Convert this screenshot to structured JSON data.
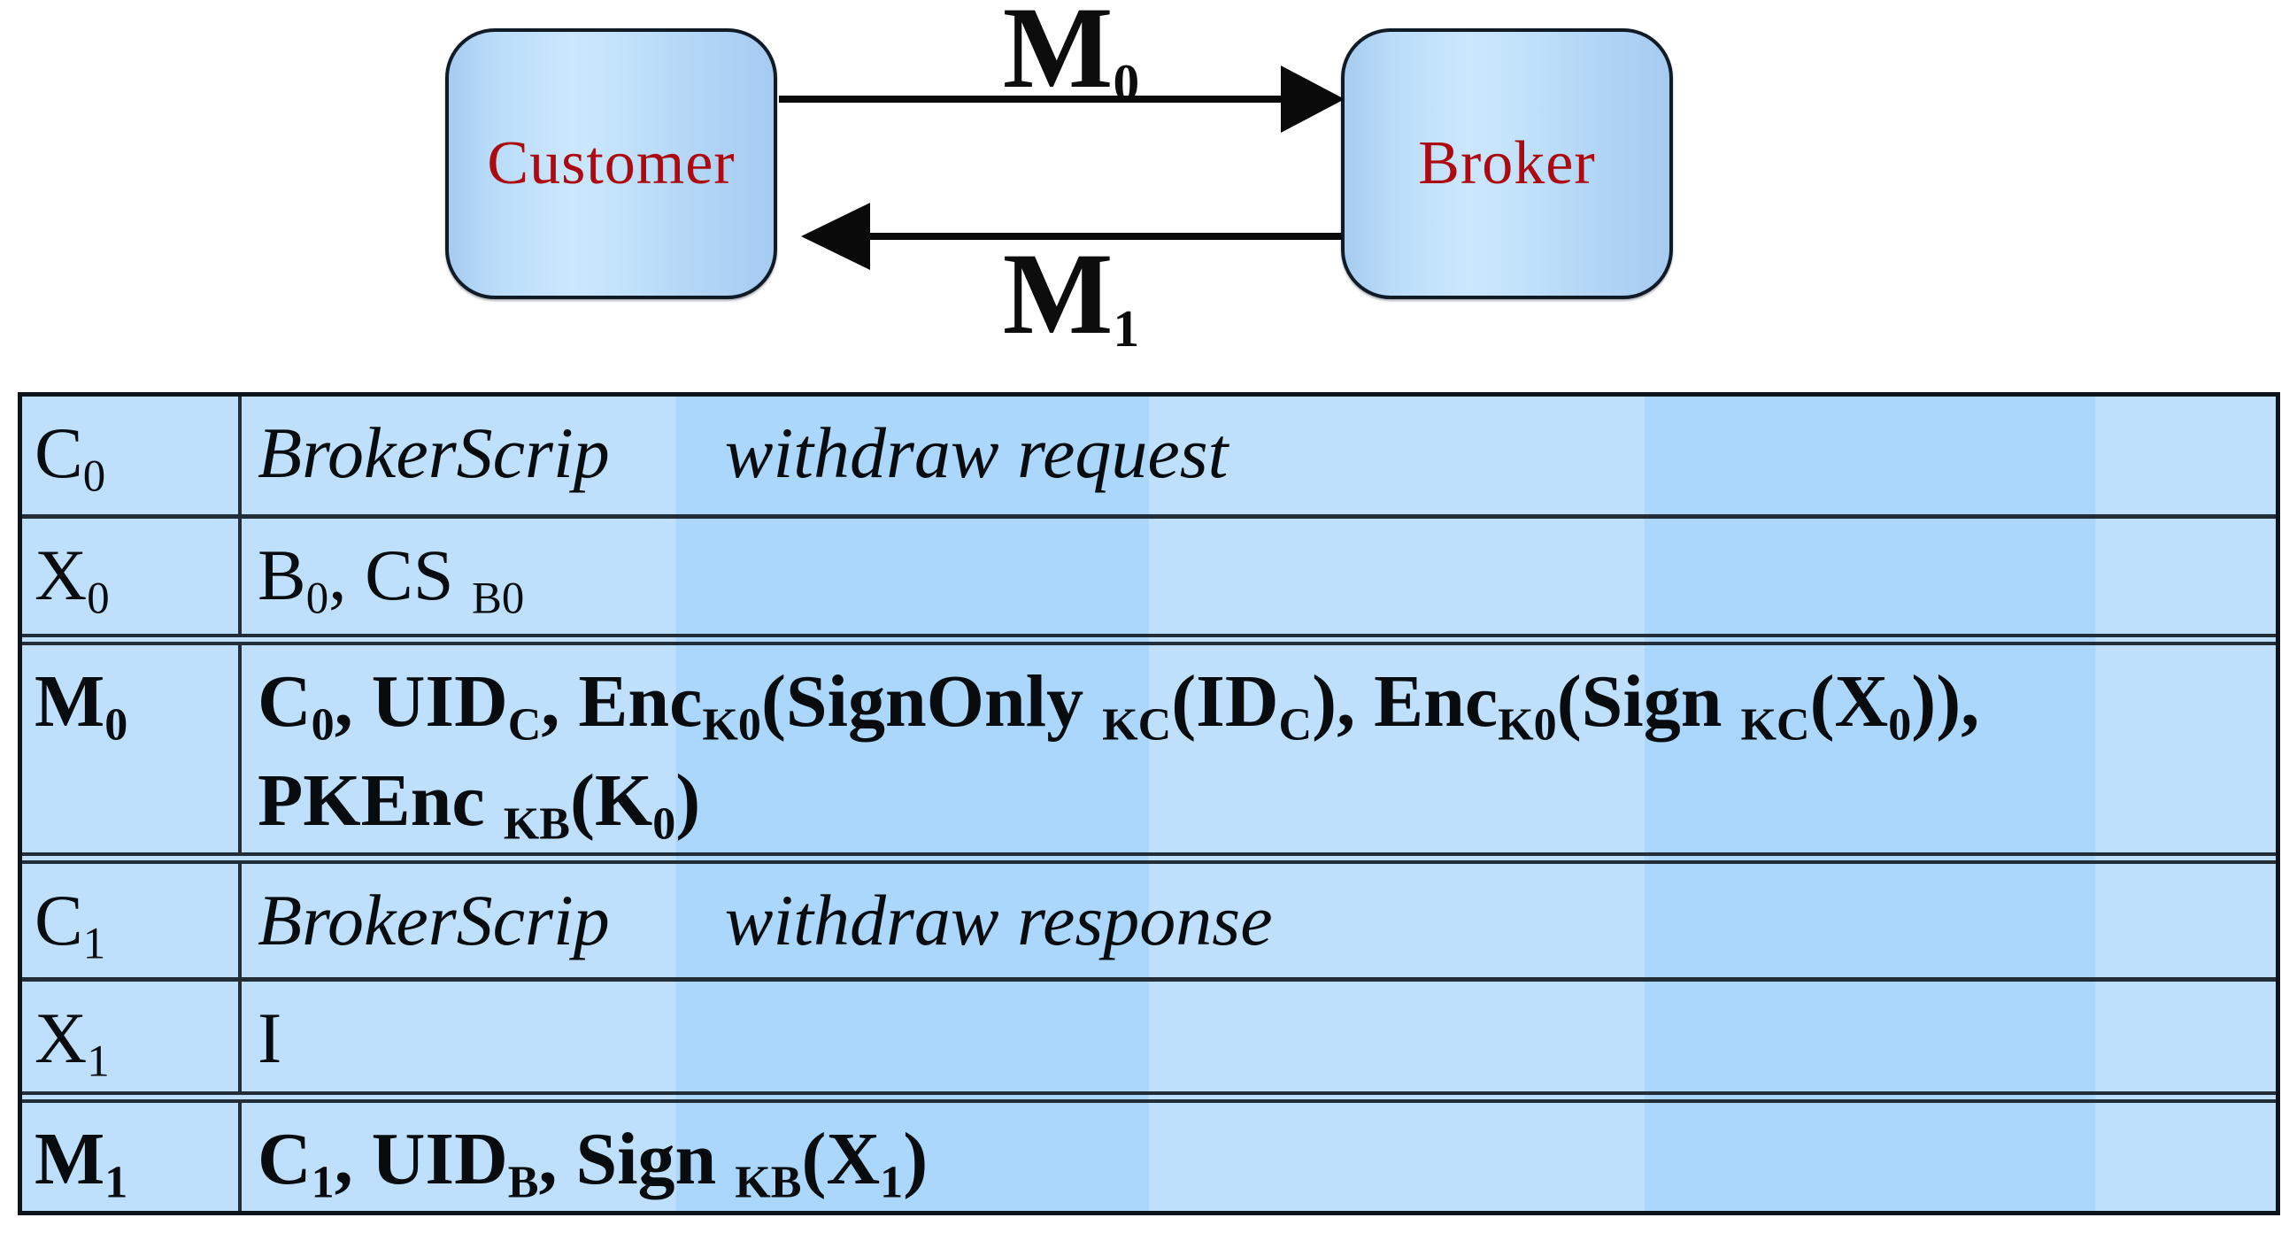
{
  "diagram": {
    "customer_label": "Customer",
    "broker_label": "Broker",
    "arrow_top_label": "M~0~",
    "arrow_bottom_label": "M~1~"
  },
  "table": {
    "rows": [
      {
        "key": "C~0~",
        "key_style": "normal",
        "value_style": "italic",
        "lines": [
          "BrokerScrip\twithdraw request"
        ]
      },
      {
        "key": "X~0~",
        "key_style": "normal",
        "value_style": "normal",
        "lines": [
          "B~0~, CS ~B0~"
        ]
      },
      {
        "key": "M~0~",
        "key_style": "bold",
        "value_style": "bold",
        "lines": [
          "C~0~, UID~C~, Enc~K0~(SignOnly ~KC~(ID~C~), Enc~K0~(Sign ~KC~(X~0~)),",
          "PKEnc ~KB~(K~0~)"
        ]
      },
      {
        "key": "C~1~",
        "key_style": "normal",
        "value_style": "italic",
        "lines": [
          "BrokerScrip\twithdraw response"
        ]
      },
      {
        "key": "X~1~",
        "key_style": "normal",
        "value_style": "normal",
        "lines": [
          "I"
        ]
      },
      {
        "key": "M~1~",
        "key_style": "bold",
        "value_style": "bold",
        "lines": [
          "C~1~, UID~B~, Sign ~KB~(X~1~)"
        ]
      }
    ]
  },
  "colors": {
    "node_fill_a": "#a6cbf1",
    "node_fill_b": "#cbe7fd",
    "node_border": "#101b26",
    "node_text": "#ab0a10",
    "arrow_color": "#0a0a0a",
    "label_color": "#0d0d0d",
    "table_border": "#0d131a",
    "table_grid": "#222d38",
    "table_bg_light": "#bee0fd",
    "table_bg_dark": "#aad7fb",
    "table_text": "#090c0f",
    "page_bg": "#ffffff"
  }
}
